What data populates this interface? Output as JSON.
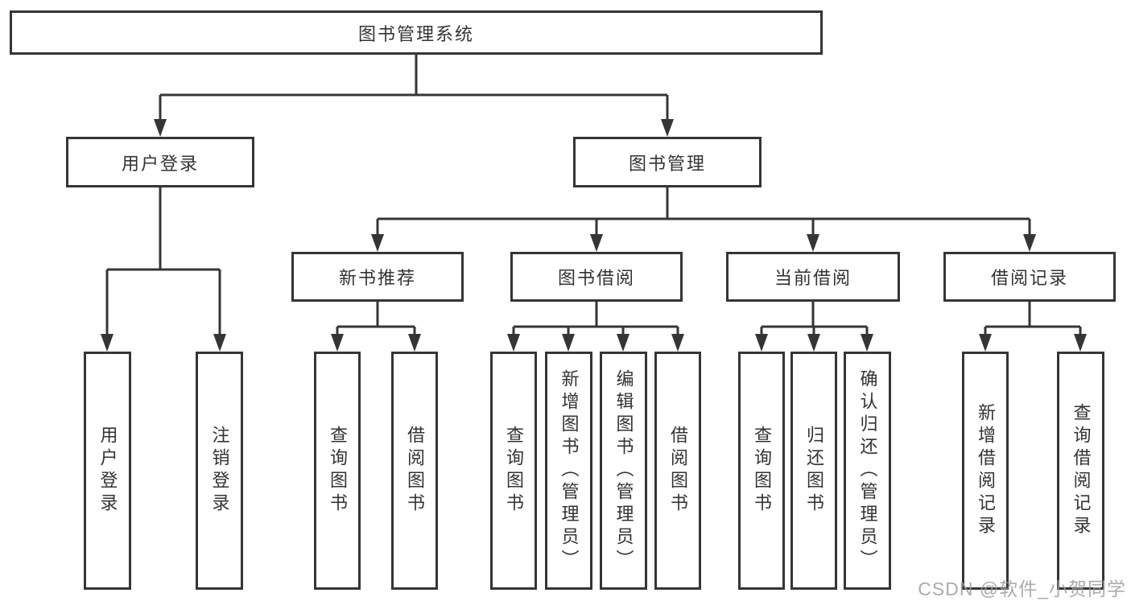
{
  "tree": {
    "root": {
      "label": "图书管理系统"
    },
    "branches": [
      {
        "label": "用户登录",
        "children": [
          "用户登录",
          "注销登录"
        ]
      },
      {
        "label": "图书管理",
        "sub": [
          {
            "label": "新书推荐",
            "children": [
              "查询图书",
              "借阅图书"
            ]
          },
          {
            "label": "图书借阅",
            "children": [
              "查询图书",
              "新增图书（管理员）",
              "编辑图书（管理员）",
              "借阅图书"
            ]
          },
          {
            "label": "当前借阅",
            "children": [
              "查询图书",
              "归还图书",
              "确认归还（管理员）"
            ]
          },
          {
            "label": "借阅记录",
            "children": [
              "新增借阅记录",
              "查询借阅记录"
            ]
          }
        ]
      }
    ]
  },
  "watermark": "CSDN @软件_小贺同学",
  "colors": {
    "line": "#353535",
    "text": "#333333",
    "watermark": "#9d9d9d",
    "background": "#ffffff"
  }
}
